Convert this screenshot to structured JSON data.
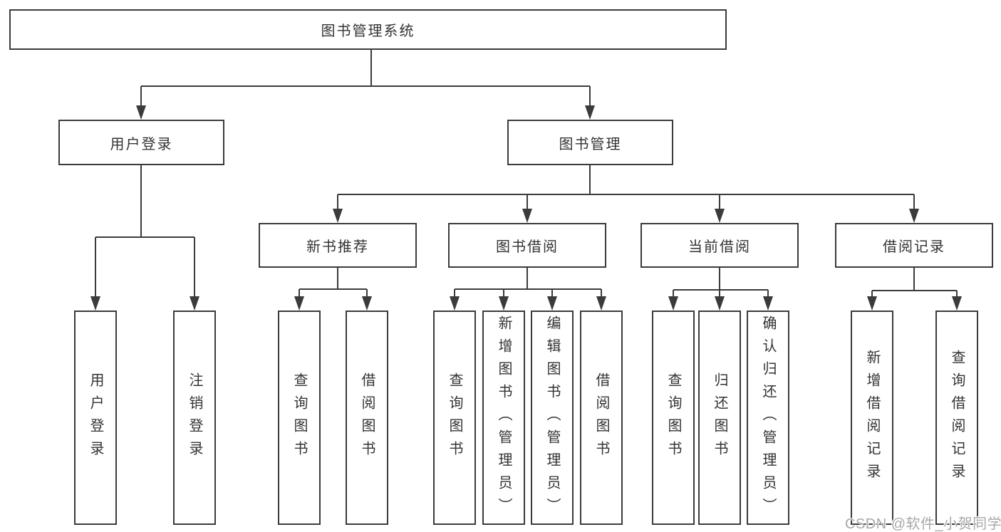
{
  "diagram": {
    "root": {
      "label": "图书管理系统",
      "children": [
        {
          "label": "用户登录",
          "children": [
            {
              "label": "用户登录"
            },
            {
              "label": "注销登录"
            }
          ]
        },
        {
          "label": "图书管理",
          "children": [
            {
              "label": "新书推荐",
              "children": [
                {
                  "label": "查询图书"
                },
                {
                  "label": "借阅图书"
                }
              ]
            },
            {
              "label": "图书借阅",
              "children": [
                {
                  "label": "查询图书"
                },
                {
                  "label": "新增图书（管理员）"
                },
                {
                  "label": "编辑图书（管理员）"
                },
                {
                  "label": "借阅图书"
                }
              ]
            },
            {
              "label": "当前借阅",
              "children": [
                {
                  "label": "查询图书"
                },
                {
                  "label": "归还图书"
                },
                {
                  "label": "确认归还（管理员）"
                }
              ]
            },
            {
              "label": "借阅记录",
              "children": [
                {
                  "label": "新增借阅记录"
                },
                {
                  "label": "查询借阅记录"
                }
              ]
            }
          ]
        }
      ]
    },
    "line_color": "#3b3b3b",
    "watermark": "CSDN @软件_小贺同学"
  }
}
